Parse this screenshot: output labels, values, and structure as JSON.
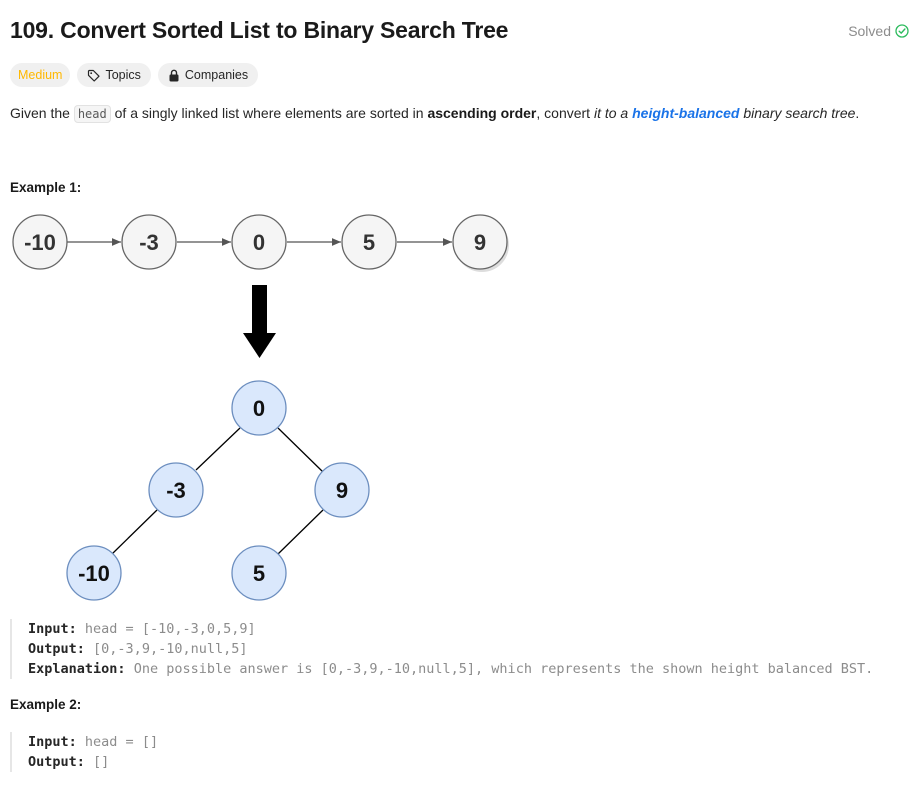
{
  "problem": {
    "title": "109. Convert Sorted List to Binary Search Tree",
    "status": "Solved",
    "difficulty": "Medium",
    "topics_label": "Topics",
    "companies_label": "Companies"
  },
  "description": {
    "part1": "Given the ",
    "code": "head",
    "part2": " of a singly linked list where elements are sorted in ",
    "bold": "ascending order",
    "part3": ", convert ",
    "italic1": "it to a ",
    "link": "height-balanced",
    "italic2": " binary search tree",
    "part4": "."
  },
  "example1": {
    "title": "Example 1:",
    "list_nodes": [
      "-10",
      "-3",
      "0",
      "5",
      "9"
    ],
    "tree_nodes": [
      "0",
      "-3",
      "9",
      "-10",
      "5"
    ],
    "input_label": "Input:",
    "input_value": "head = [-10,-3,0,5,9]",
    "output_label": "Output:",
    "output_value": "[0,-3,9,-10,null,5]",
    "explanation_label": "Explanation:",
    "explanation_value": "One possible answer is [0,-3,9,-10,null,5], which represents the shown height balanced BST."
  },
  "example2": {
    "title": "Example 2:",
    "input_label": "Input:",
    "input_value": "head = []",
    "output_label": "Output:",
    "output_value": "[]"
  },
  "colors": {
    "difficulty": "#ffb800",
    "solved_check": "#2cbb5d",
    "link": "#1a73e8",
    "list_node_fill": "#f5f5f5",
    "tree_node_fill": "#dae8fc",
    "tree_node_stroke": "#6c8ebf"
  }
}
